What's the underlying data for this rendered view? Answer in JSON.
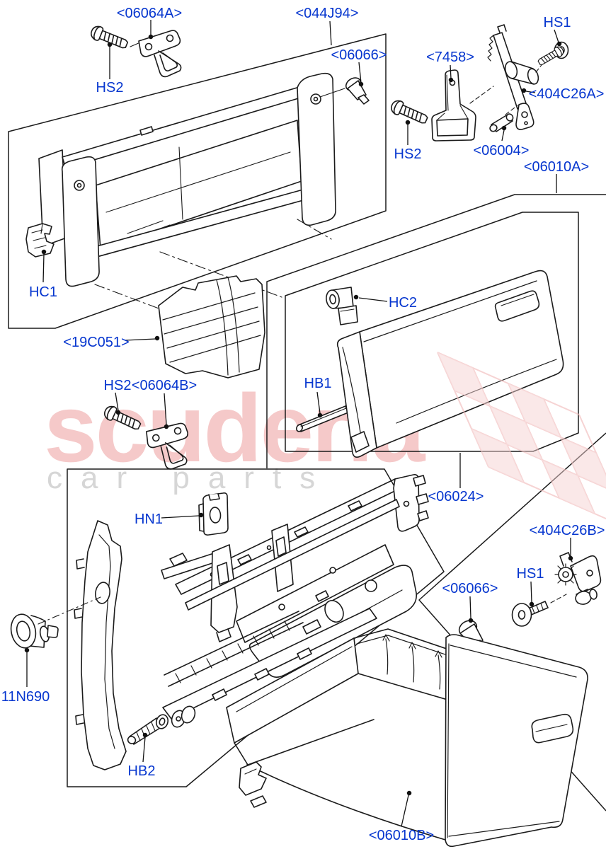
{
  "watermark": {
    "brand": "scuderia",
    "sub": "car parts"
  },
  "colors": {
    "label_blue": "#0636CF",
    "line_black": "#1b1b1b",
    "watermark_pink": "#f5c9c9",
    "watermark_gray": "#d6d6d6",
    "flag_pink": "#f2bdbd",
    "flag_fill": "#f6d2d2"
  },
  "labels": [
    {
      "name": "part-label-06064A",
      "text": "<06064A>"
    },
    {
      "name": "part-label-044J94",
      "text": "<044J94>"
    },
    {
      "name": "part-label-hs2-top",
      "text": "HS2"
    },
    {
      "name": "part-label-06066-top",
      "text": "<06066>"
    },
    {
      "name": "part-label-7458",
      "text": "<7458>"
    },
    {
      "name": "part-label-hs1-top",
      "text": "HS1"
    },
    {
      "name": "part-label-404C26A",
      "text": "<404C26A>"
    },
    {
      "name": "part-label-hs2-mid",
      "text": "HS2"
    },
    {
      "name": "part-label-06004",
      "text": "<06004>"
    },
    {
      "name": "part-label-06010A",
      "text": "<06010A>"
    },
    {
      "name": "part-label-hc1",
      "text": "HC1"
    },
    {
      "name": "part-label-19C051",
      "text": "<19C051>"
    },
    {
      "name": "part-label-hs2-left",
      "text": "HS2"
    },
    {
      "name": "part-label-06064B",
      "text": "<06064B>"
    },
    {
      "name": "part-label-hb1",
      "text": "HB1"
    },
    {
      "name": "part-label-hc2",
      "text": "HC2"
    },
    {
      "name": "part-label-06024",
      "text": "<06024>"
    },
    {
      "name": "part-label-hn1",
      "text": "HN1"
    },
    {
      "name": "part-label-404C26B",
      "text": "<404C26B>"
    },
    {
      "name": "part-label-hs1-bottom",
      "text": "HS1"
    },
    {
      "name": "part-label-06066-bottom",
      "text": "<06066>"
    },
    {
      "name": "part-label-11N690",
      "text": "11N690"
    },
    {
      "name": "part-label-hb2",
      "text": "HB2"
    },
    {
      "name": "part-label-06010B",
      "text": "<06010B>"
    }
  ]
}
